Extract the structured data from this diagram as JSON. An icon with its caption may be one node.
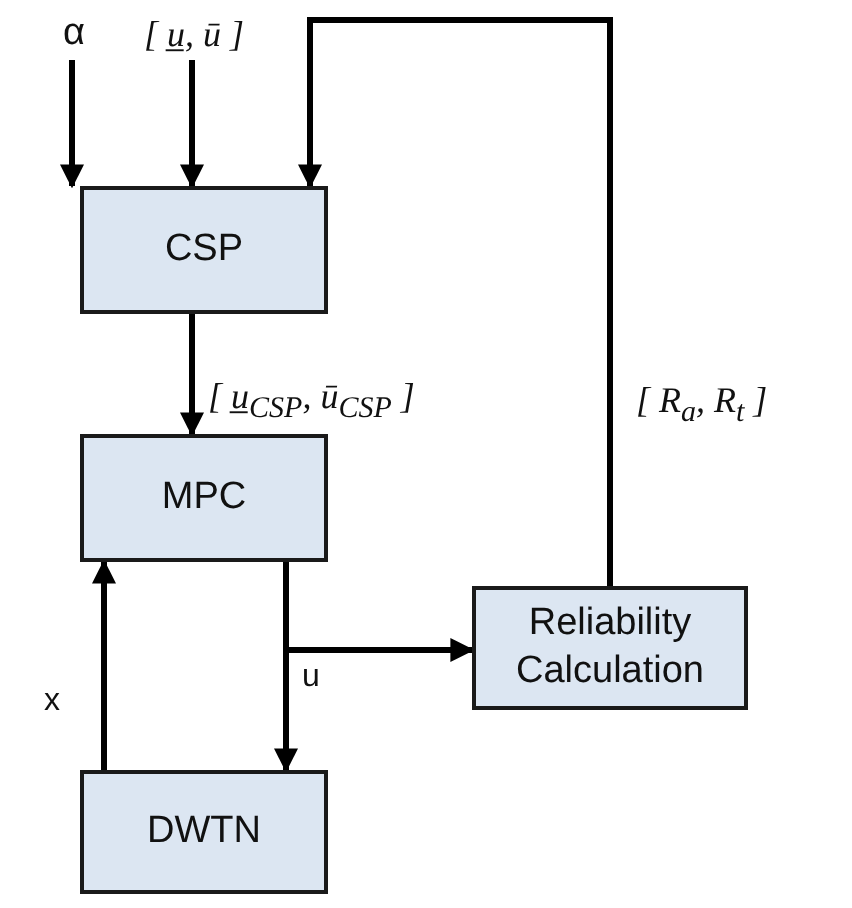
{
  "diagram": {
    "nodes": [
      {
        "text": [
          "α"
        ]
      },
      {
        "text": [
          "[ u̲, ū ]"
        ]
      },
      {
        "text": [
          "CSP"
        ]
      },
      {
        "text": [
          "MPC"
        ]
      },
      {
        "text": [
          "Reliability Calculation"
        ]
      },
      {
        "text": [
          "DWTN"
        ]
      }
    ],
    "edges": [
      {
        "from": 0,
        "to": 2,
        "arrow": "to"
      },
      {
        "from": 1,
        "to": 2,
        "arrow": "to"
      },
      {
        "from": 4,
        "to": 2,
        "arrow": "to",
        "label": "[ R$_{a}$, R$_{t}$ ]"
      },
      {
        "from": 2,
        "to": 3,
        "arrow": "to",
        "label": "[ u̲$_{CSP}$, ū$_{CSP}$ ]"
      },
      {
        "from": 3,
        "to": 4,
        "arrow": "to"
      },
      {
        "from": 3,
        "to": 5,
        "arrow": "to",
        "label": "u"
      },
      {
        "from": 5,
        "to": 3,
        "arrow": "to",
        "label": "x"
      }
    ]
  }
}
